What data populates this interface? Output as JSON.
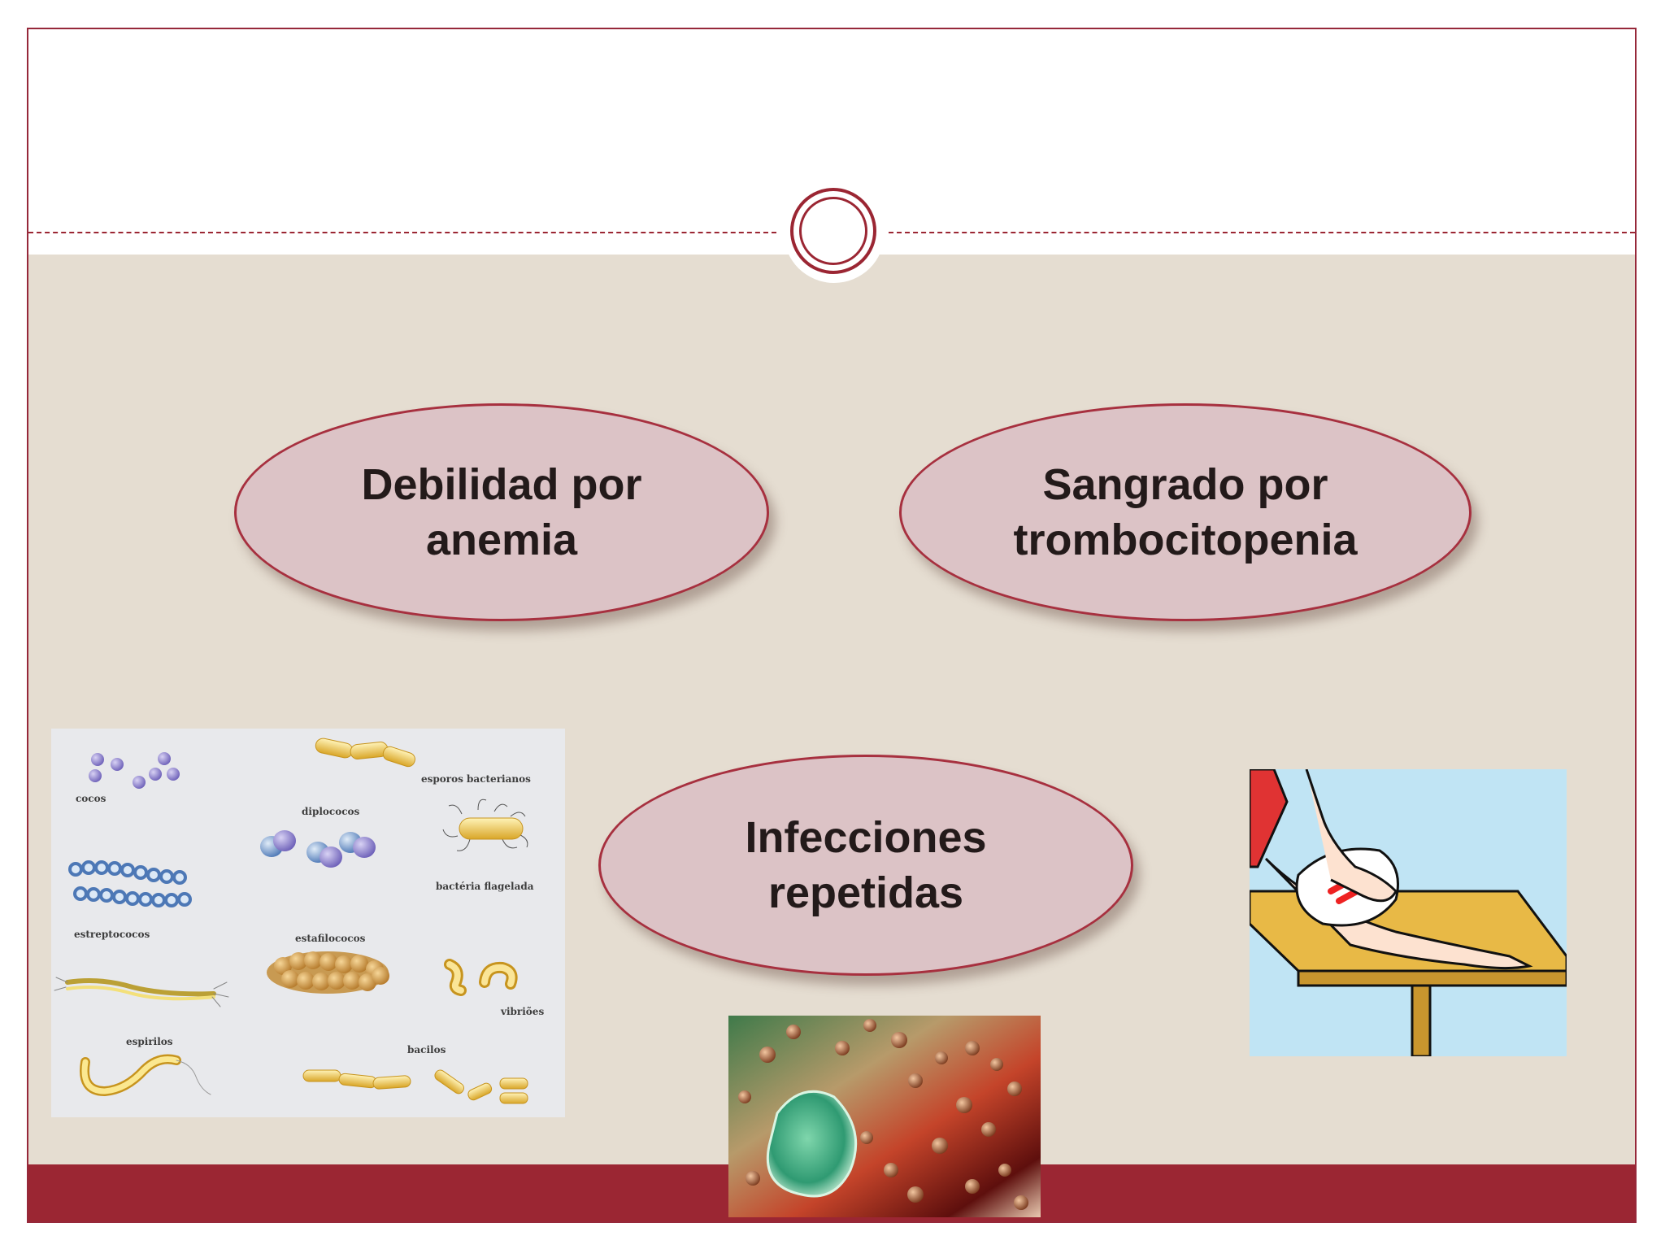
{
  "ovals": [
    {
      "text": "Debilidad por\nanemia"
    },
    {
      "text": "Sangrado por\ntrombocitopenia"
    },
    {
      "text": "Infecciones\nrepetidas"
    }
  ],
  "bacteria_labels": {
    "cocos": "cocos",
    "esporos": "esporos bacterianos",
    "diplococos": "diplococos",
    "flagelada": "bactéria flagelada",
    "estreptococos": "estreptococos",
    "estafilococos": "estafilococos",
    "vibrioes": "vibriões",
    "espirilos": "espirilos",
    "bacilos": "bacilos"
  },
  "colors": {
    "accent": "#9b2633",
    "body_bg": "#e5ddd1",
    "oval_fill": "#dcc3c6"
  }
}
